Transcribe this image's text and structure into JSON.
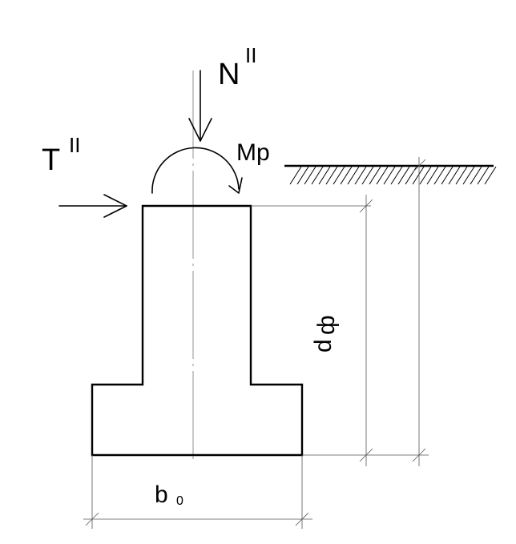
{
  "labels": {
    "normal_force": "N",
    "normal_force_sup": "II",
    "shear_force": "T",
    "shear_force_sup": "II",
    "moment": "Mp",
    "depth": "d",
    "depth_sub": "ф",
    "width": "b",
    "width_sub": "0"
  },
  "colors": {
    "stroke": "#000000",
    "background": "#ffffff"
  }
}
